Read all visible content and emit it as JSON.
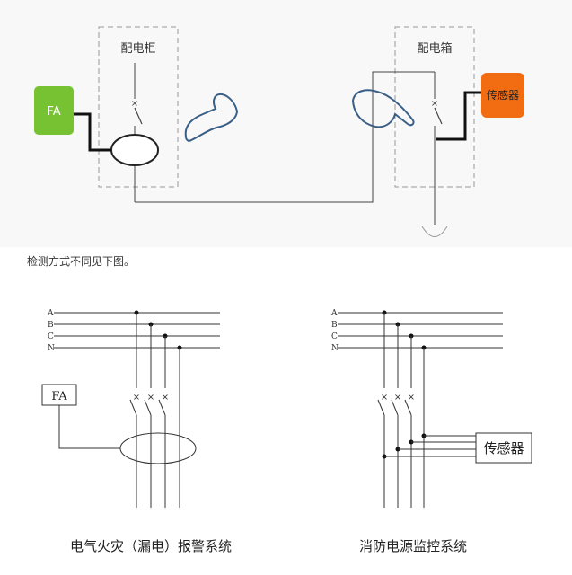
{
  "top_diagram": {
    "cabinet_label": "配电柜",
    "box_label": "配电箱",
    "fa_label": "FA",
    "sensor_label": "传感器",
    "colors": {
      "fa_fill": "#77c233",
      "sensor_fill": "#f26c12",
      "frame": "#999999",
      "wire": "#222222",
      "hand": "#3a5f86"
    }
  },
  "caption": "检测方式不同见下图。",
  "left_system": {
    "phases": [
      "A",
      "B",
      "C",
      "N"
    ],
    "fa_label": "FA",
    "title": "电气火灾（漏电）报警系统"
  },
  "right_system": {
    "phases": [
      "A",
      "B",
      "C",
      "N"
    ],
    "sensor_label": "传感器",
    "title": "消防电源监控系统"
  }
}
